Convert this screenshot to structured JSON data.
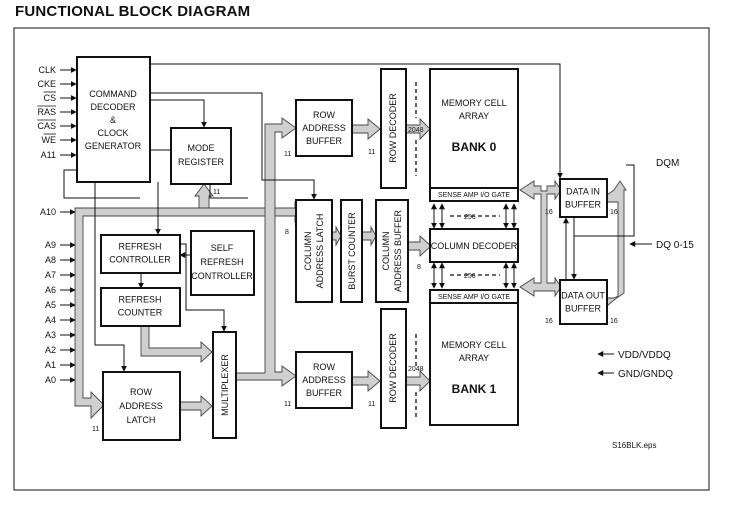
{
  "title": "FUNCTIONAL BLOCK DIAGRAM",
  "footnote": "S16BLK.eps",
  "pins": {
    "control": [
      "CLK",
      "CKE",
      "CS",
      "RAS",
      "CAS",
      "WE",
      "A11"
    ],
    "a10": "A10",
    "address": [
      "A9",
      "A8",
      "A7",
      "A6",
      "A5",
      "A4",
      "A3",
      "A2",
      "A1",
      "A0"
    ],
    "dqm": "DQM",
    "dq": "DQ 0-15",
    "power": "VDD/VDDQ",
    "ground": "GND/GNDQ"
  },
  "blocks": {
    "command_decoder": [
      "COMMAND",
      "DECODER",
      "&",
      "CLOCK",
      "GENERATOR"
    ],
    "mode_register": [
      "MODE",
      "REGISTER"
    ],
    "refresh_controller": [
      "REFRESH",
      "CONTROLLER"
    ],
    "self_refresh_controller": [
      "SELF",
      "REFRESH",
      "CONTROLLER"
    ],
    "refresh_counter": [
      "REFRESH",
      "COUNTER"
    ],
    "row_address_latch": [
      "ROW",
      "ADDRESS",
      "LATCH"
    ],
    "multiplexer": "MULTIPLEXER",
    "row_address_buffer_top": [
      "ROW",
      "ADDRESS",
      "BUFFER"
    ],
    "row_address_buffer_bottom": [
      "ROW",
      "ADDRESS",
      "BUFFER"
    ],
    "column_address_latch": [
      "COLUMN",
      "ADDRESS LATCH"
    ],
    "burst_counter": "BURST COUNTER",
    "column_address_buffer": [
      "COLUMN",
      "ADDRESS BUFFER"
    ],
    "row_decoder_top": "ROW DECODER",
    "row_decoder_bottom": "ROW DECODER",
    "bank0": {
      "title": [
        "MEMORY CELL",
        "ARRAY"
      ],
      "name": "BANK 0"
    },
    "bank1": {
      "title": [
        "MEMORY CELL",
        "ARRAY"
      ],
      "name": "BANK 1"
    },
    "sense_amp_top": "SENSE AMP I/O GATE",
    "sense_amp_bottom": "SENSE AMP I/O GATE",
    "column_decoder": "COLUMN DECODER",
    "data_in_buffer": [
      "DATA IN",
      "BUFFER"
    ],
    "data_out_buffer": [
      "DATA OUT",
      "BUFFER"
    ]
  },
  "bus_widths": {
    "mode_register": "11",
    "row_address_latch": "11",
    "column_address_latch": "8",
    "row_addr_buffer_top_in": "11",
    "row_addr_buffer_top_out": "11",
    "row_addr_buffer_bottom_in": "11",
    "row_addr_buffer_bottom_out": "11",
    "column_buffer_out": "8",
    "row_lines_top": "2048",
    "row_lines_bottom": "2048",
    "column_lines_top": "256",
    "column_lines_bottom": "256",
    "data_in_left": "16",
    "data_in_right": "16",
    "data_out_left": "16",
    "data_out_right": "16"
  }
}
